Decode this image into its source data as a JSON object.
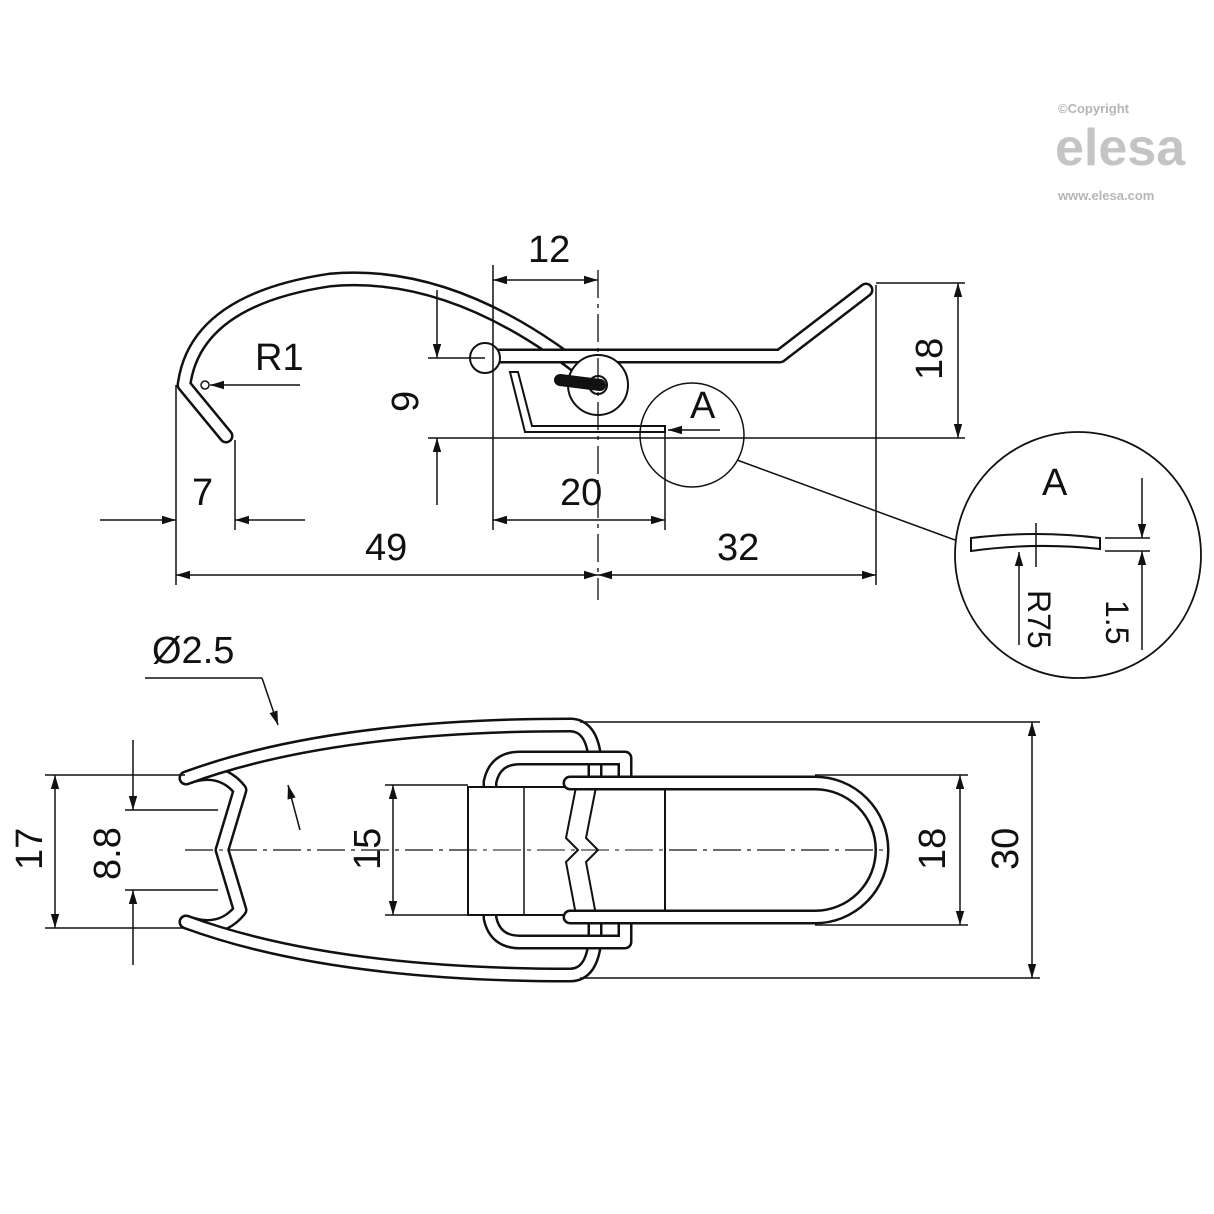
{
  "watermark": {
    "copyright": "©Copyright",
    "brand": "elesa",
    "url": "www.elesa.com"
  },
  "side_view": {
    "dims": {
      "d12": "12",
      "r1": "R1",
      "d9": "9",
      "d7": "7",
      "d49": "49",
      "d20": "20",
      "d32": "32",
      "d18": "18",
      "detail_ref": "A"
    }
  },
  "detail_a": {
    "title": "A",
    "radius": "R75",
    "thickness": "1.5"
  },
  "top_view": {
    "dims": {
      "wire_dia": "Ø2.5",
      "d17": "17",
      "d8_8": "8.8",
      "d15": "15",
      "d18": "18",
      "d30": "30"
    }
  }
}
